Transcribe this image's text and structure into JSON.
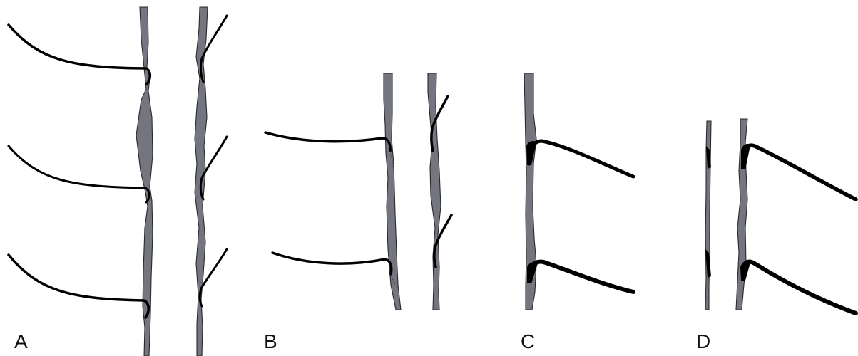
{
  "panels": [
    {
      "id": "a",
      "label": "A"
    },
    {
      "id": "b",
      "label": "B"
    },
    {
      "id": "c",
      "label": "C"
    },
    {
      "id": "d",
      "label": "D"
    }
  ],
  "colors": {
    "rail_fill": "#737680",
    "fiber": "#000000",
    "background": "#ffffff"
  }
}
